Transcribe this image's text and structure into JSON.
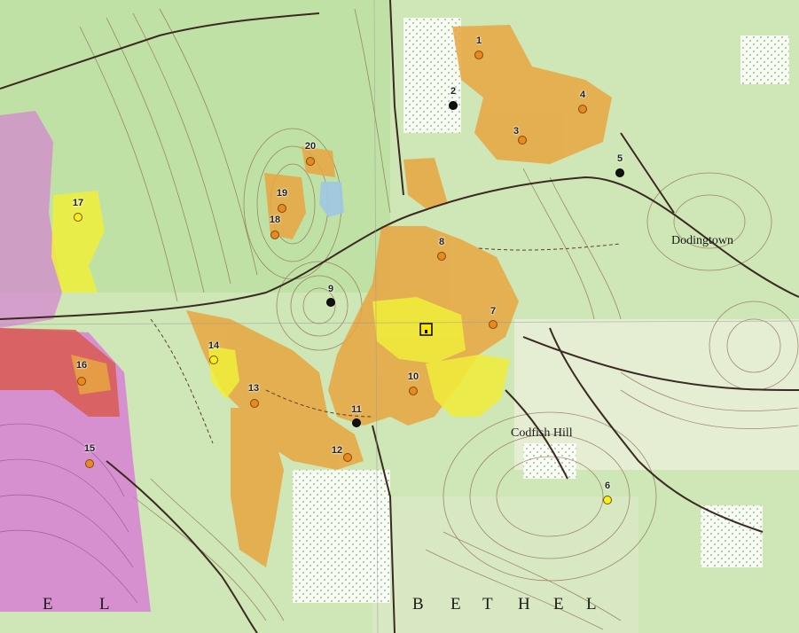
{
  "map": {
    "place_names": {
      "dodingtown": "Dodingtown",
      "codfish_hill": "Codfish Hill"
    },
    "town_letters_left": [
      "E",
      "L"
    ],
    "town_letters_bottom": [
      "B",
      "E",
      "T",
      "H",
      "E",
      "L"
    ]
  },
  "sites": [
    {
      "label": "1",
      "color": "orange"
    },
    {
      "label": "2",
      "color": "black"
    },
    {
      "label": "3",
      "color": "orange"
    },
    {
      "label": "4",
      "color": "orange"
    },
    {
      "label": "5",
      "color": "black"
    },
    {
      "label": "6",
      "color": "yellow"
    },
    {
      "label": "7",
      "color": "orange"
    },
    {
      "label": "8",
      "color": "orange"
    },
    {
      "label": "9",
      "color": "black"
    },
    {
      "label": "10",
      "color": "orange"
    },
    {
      "label": "11",
      "color": "black"
    },
    {
      "label": "12",
      "color": "orange"
    },
    {
      "label": "13",
      "color": "orange"
    },
    {
      "label": "14",
      "color": "yellow"
    },
    {
      "label": "15",
      "color": "orange"
    },
    {
      "label": "16",
      "color": "orange"
    },
    {
      "label": "17",
      "color": "yellow"
    },
    {
      "label": "18",
      "color": "orange"
    },
    {
      "label": "19",
      "color": "orange"
    },
    {
      "label": "20",
      "color": "orange"
    }
  ],
  "colors": {
    "terrain": "#cfe6b6",
    "woodland": "#a9d58d",
    "orange_zone": "#e8a640",
    "yellow_zone": "#f0ee3a",
    "pink_zone": "#d77ad6",
    "red_zone": "#d9564a",
    "contour": "#8a6a4a",
    "road": "#3b2a22",
    "marker_orange": "#ea8a1e",
    "marker_yellow": "#f7f21a",
    "marker_black": "#111111"
  }
}
